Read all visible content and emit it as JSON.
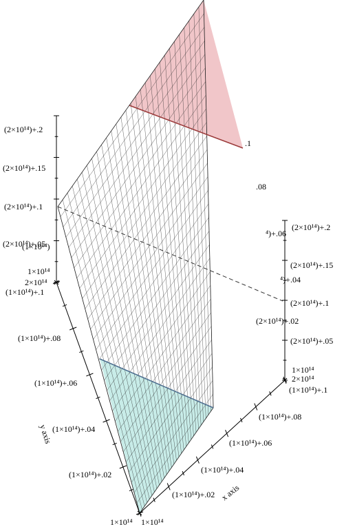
{
  "chart_data": {
    "type": "surface3d",
    "title": "",
    "xlabel": "x axis",
    "ylabel": "y axis",
    "zlabel": "",
    "x_ticks": [
      "1×10¹⁴",
      "(1×10¹⁴)+.02",
      "(1×10¹⁴)+.04",
      "(1×10¹⁴)+.06",
      "(1×10¹⁴)+.08",
      "(1×10¹⁴)+.1"
    ],
    "y_ticks": [
      "1×10¹⁴",
      "(1×10¹⁴)+.02",
      "(1×10¹⁴)+.04",
      "(1×10¹⁴)+.06",
      "(1×10¹⁴)+.08",
      "(1×10¹⁴)+.1"
    ],
    "z_ticks_left": [
      "2×10¹⁴",
      "(2×10¹⁴)+.05",
      "(2×10¹⁴)+.1",
      "(2×10¹⁴)+.15",
      "(2×10¹⁴)+.2"
    ],
    "z_ticks_right": [
      "2×10¹⁴",
      "(2×10¹⁴)+.05",
      "(2×10¹⁴)+.1",
      "(2×10¹⁴)+.15",
      "(2×10¹⁴)+.2"
    ],
    "plane_edge_labels": [
      "⁴)+.06",
      "⁴)+.04",
      "(2×10¹⁴)+.02",
      ".08",
      ".1",
      "(1×10¹⁴)"
    ],
    "surface": "z = x + y (plane)",
    "x_range": [
      100000000000000,
      100000000000000.1
    ],
    "y_range": [
      100000000000000,
      100000000000000.1
    ],
    "z_range": [
      200000000000000,
      200000000000000.2
    ],
    "contours": [
      {
        "z_offset": 0.05,
        "color": "#4d6e8f"
      },
      {
        "z_offset": 0.1,
        "color": "#333333",
        "dashed": true
      },
      {
        "z_offset": 0.15,
        "color": "#9b3a3a"
      }
    ],
    "region_colors": {
      "low": "#c8ece8",
      "mid": "#ffffff",
      "high": "#f1c6c9"
    },
    "mesh_color": "#2a2a2a",
    "grid": true
  }
}
